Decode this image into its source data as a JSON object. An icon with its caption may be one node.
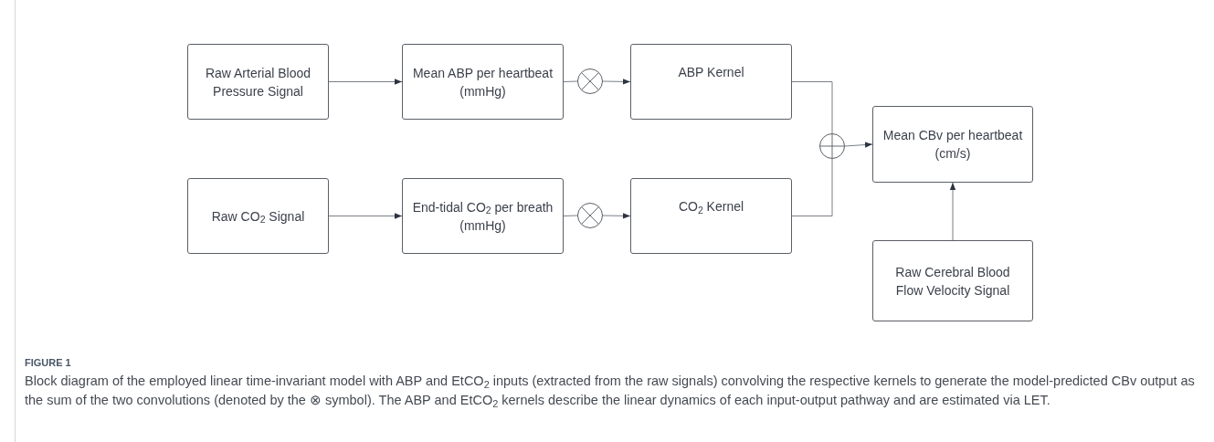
{
  "diagram": {
    "title": "FIGURE 1",
    "caption": "Block diagram of the employed linear time-invariant model with ABP and EtCO$_{2}$ inputs (extracted from the raw signals) convolving the respective kernels to generate the model-predicted CBv output as the sum of the two convolutions (denoted by the ⊗ symbol). The ABP and EtCO$_{2}$ kernels describe the linear dynamics of each input-output pathway and are estimated via LET.",
    "nodes": [
      {
        "text": [
          "Raw Arterial Blood Pressure Signal"
        ]
      },
      {
        "text": [
          "Mean ABP per heartbeat (mmHg)"
        ]
      },
      {
        "text": [],
        "shape": "circle"
      },
      {
        "text": [
          "ABP Kernel"
        ]
      },
      {
        "text": [
          "Raw CO$_{2}$ Signal"
        ]
      },
      {
        "text": [
          "End-tidal CO$_{2}$ per breath (mmHg)"
        ]
      },
      {
        "text": [],
        "shape": "circle"
      },
      {
        "text": [
          "CO$_{2}$ Kernel"
        ]
      },
      {
        "text": [],
        "shape": "circle"
      },
      {
        "text": [
          "Mean CBv per heartbeat (cm/s)"
        ]
      },
      {
        "text": [
          "Raw Cerebral Blood Flow Velocity Signal"
        ]
      }
    ],
    "edges": [
      {
        "from": 0,
        "to": 1,
        "arrow": "to"
      },
      {
        "from": 1,
        "to": 2,
        "arrow": "none"
      },
      {
        "from": 2,
        "to": 3,
        "arrow": "to"
      },
      {
        "from": 3,
        "to": 8,
        "arrow": "none"
      },
      {
        "from": 4,
        "to": 5,
        "arrow": "to"
      },
      {
        "from": 5,
        "to": 6,
        "arrow": "none"
      },
      {
        "from": 6,
        "to": 7,
        "arrow": "to"
      },
      {
        "from": 7,
        "to": 8,
        "arrow": "none"
      },
      {
        "from": 8,
        "to": 9,
        "arrow": "to"
      },
      {
        "from": 10,
        "to": 9,
        "arrow": "to"
      }
    ]
  }
}
